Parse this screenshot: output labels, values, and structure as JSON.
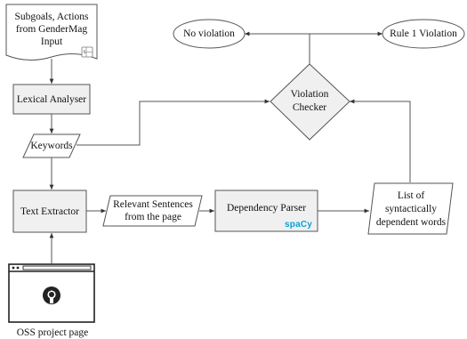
{
  "nodes": {
    "input_doc": "Subgoals, Actions from GenderMag Input",
    "excel_icon_letter": "x",
    "lexical_analyser": "Lexical Analyser",
    "keywords": "Keywords",
    "text_extractor": "Text Extractor",
    "relevant_sentences": "Relevant Sentences from the page",
    "dependency_parser": "Dependency Parser",
    "spacy_logo": "spaCy",
    "violation_checker": "Violation Checker",
    "no_violation": "No violation",
    "rule1_violation": "Rule 1 Violation",
    "word_list": "List of syntactically dependent words",
    "oss_page": "OSS project page"
  },
  "colors": {
    "box_fill": "#f0f0f0",
    "stroke": "#555555",
    "spacy_brand": "#09a3d5"
  },
  "icons": {
    "browser_window": "browser-window-icon",
    "github_logo": "github-icon",
    "excel_file": "excel-file-icon"
  }
}
